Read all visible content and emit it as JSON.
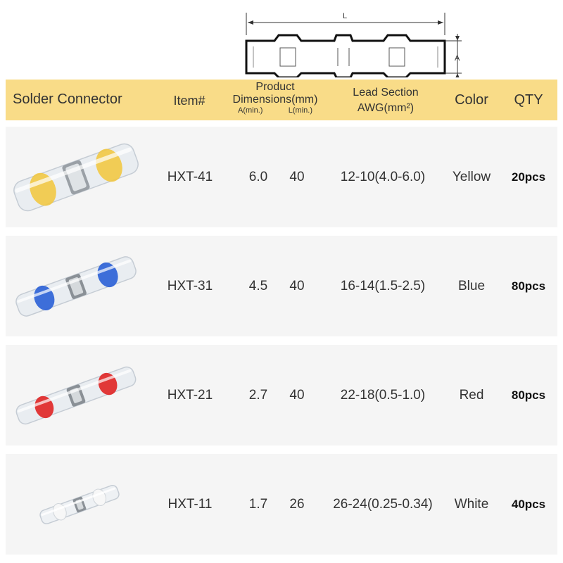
{
  "diagram": {
    "label_l": "L",
    "label_a": "A"
  },
  "header": {
    "solder_connector": "Solder Connector",
    "item": "Item#",
    "dimensions_line1": "Product",
    "dimensions_line2": "Dimensions(mm)",
    "dim_a": "A(min.)",
    "dim_l": "L(min.)",
    "lead_line1": "Lead Section",
    "lead_line2": "AWG(mm²)",
    "color": "Color",
    "qty": "QTY"
  },
  "rows": [
    {
      "item": "HXT-41",
      "a": "6.0",
      "l": "40",
      "awg": "12-10(4.0-6.0)",
      "color": "Yellow",
      "qty": "20pcs",
      "ring_color": "#f2c53a"
    },
    {
      "item": "HXT-31",
      "a": "4.5",
      "l": "40",
      "awg": "16-14(1.5-2.5)",
      "color": "Blue",
      "qty": "80pcs",
      "ring_color": "#2a5fd6"
    },
    {
      "item": "HXT-21",
      "a": "2.7",
      "l": "40",
      "awg": "22-18(0.5-1.0)",
      "color": "Red",
      "qty": "80pcs",
      "ring_color": "#e02424"
    },
    {
      "item": "HXT-11",
      "a": "1.7",
      "l": "26",
      "awg": "26-24(0.25-0.34)",
      "color": "White",
      "qty": "40pcs",
      "ring_color": "#e8e8e8"
    }
  ]
}
